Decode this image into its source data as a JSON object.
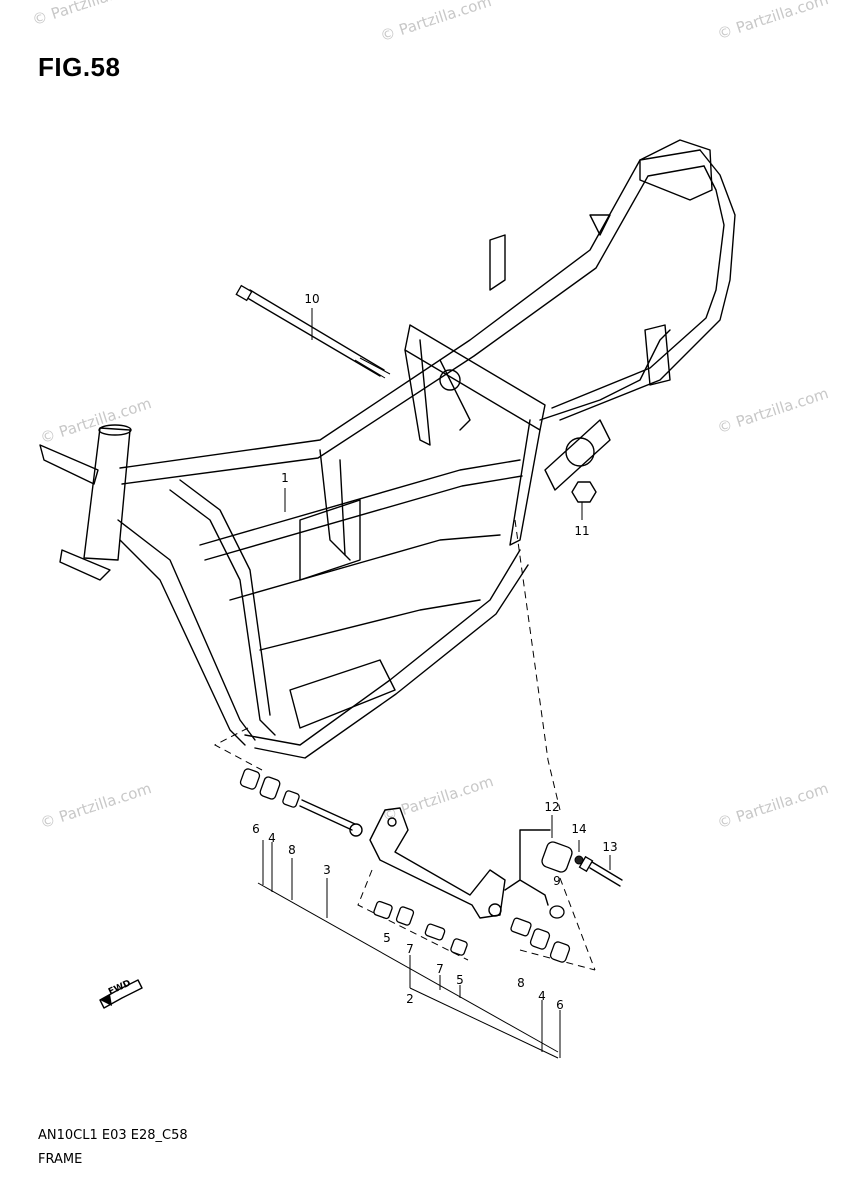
{
  "figure": {
    "title": "FIG.58"
  },
  "watermark": {
    "text": "© Partzilla.com"
  },
  "callouts": [
    {
      "id": "1",
      "label": "1"
    },
    {
      "id": "2",
      "label": "2"
    },
    {
      "id": "3",
      "label": "3"
    },
    {
      "id": "4a",
      "label": "4"
    },
    {
      "id": "4b",
      "label": "4"
    },
    {
      "id": "5a",
      "label": "5"
    },
    {
      "id": "5b",
      "label": "5"
    },
    {
      "id": "6a",
      "label": "6"
    },
    {
      "id": "6b",
      "label": "6"
    },
    {
      "id": "7a",
      "label": "7"
    },
    {
      "id": "7b",
      "label": "7"
    },
    {
      "id": "8a",
      "label": "8"
    },
    {
      "id": "8b",
      "label": "8"
    },
    {
      "id": "9",
      "label": "9"
    },
    {
      "id": "10",
      "label": "10"
    },
    {
      "id": "11",
      "label": "11"
    },
    {
      "id": "12",
      "label": "12"
    },
    {
      "id": "13",
      "label": "13"
    },
    {
      "id": "14",
      "label": "14"
    }
  ],
  "direction_marker": {
    "text": "FWD",
    "icon": "forward-arrow-icon"
  },
  "footer": {
    "code": "AN10CL1 E03 E28_C58",
    "name": "FRAME"
  }
}
